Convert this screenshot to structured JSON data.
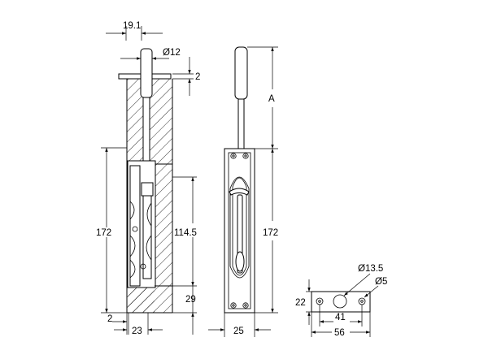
{
  "labels": {
    "top_width": "19.1",
    "rod_diameter": "Ø12",
    "plate_thickness": "2",
    "travel": "A",
    "height_left": "172",
    "height_right": "172",
    "slot_height": "114.5",
    "bottom_offset": "29",
    "edge_offset": "2",
    "depth": "23",
    "plate_width": "25",
    "hole_large": "Ø13.5",
    "hole_small": "Ø5",
    "strike_height": "22",
    "strike_hole_spacing": "41",
    "strike_width": "56"
  }
}
